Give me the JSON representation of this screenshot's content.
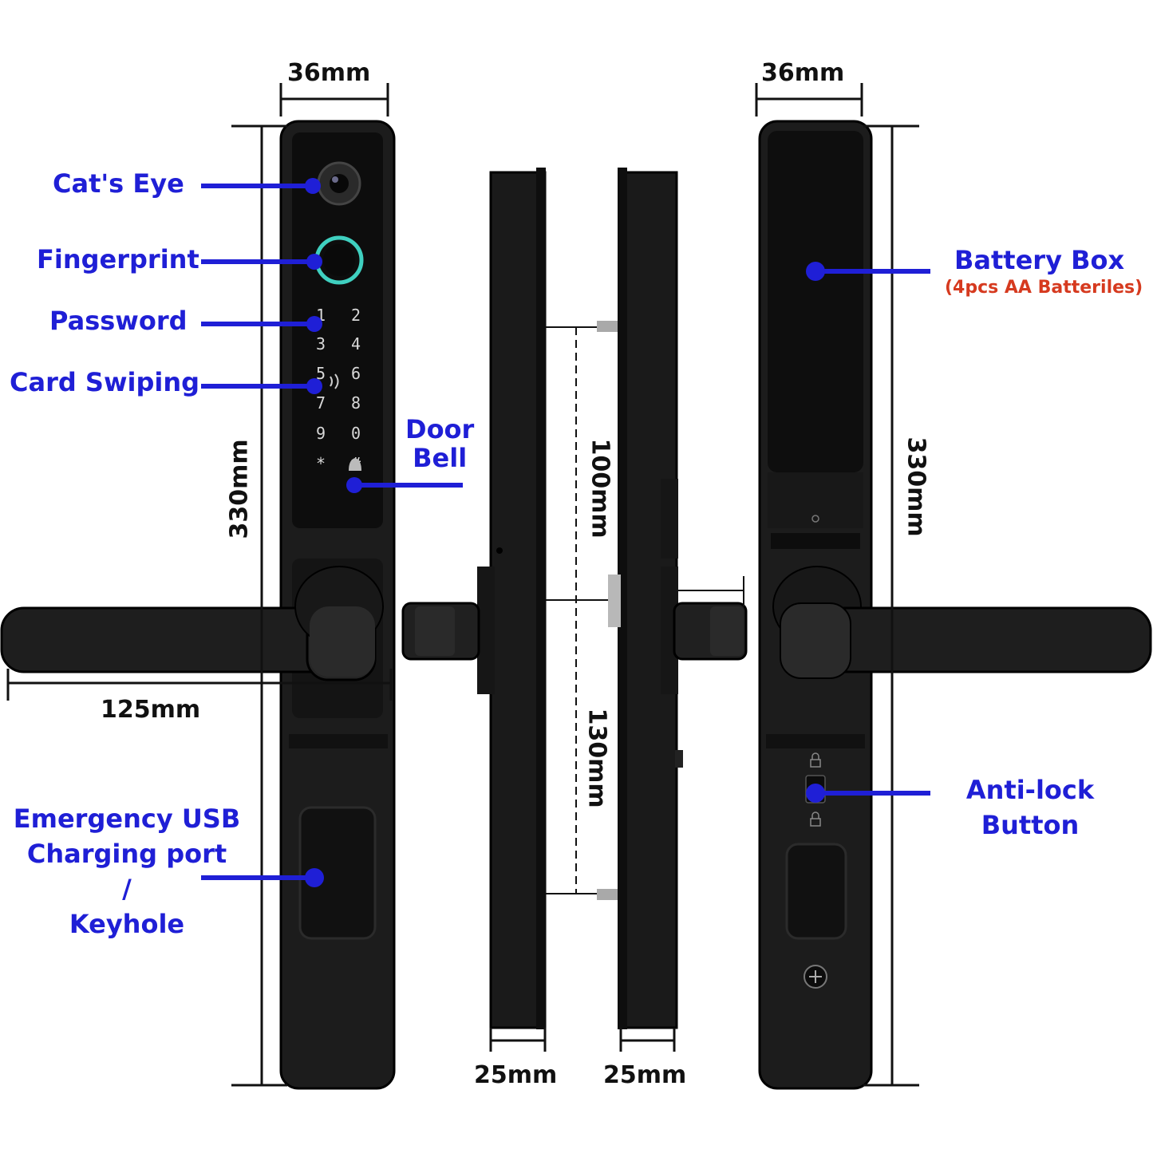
{
  "labels": {
    "cats_eye": "Cat's Eye",
    "fingerprint": "Fingerprint",
    "password": "Password",
    "card_swiping": "Card Swiping",
    "door_bell_line1": "Door",
    "door_bell_line2": "Bell",
    "emergency_line1": "Emergency USB",
    "emergency_line2": "Charging port",
    "emergency_line3": "/",
    "emergency_line4": "Keyhole",
    "battery_box": "Battery Box",
    "battery_note": "(4pcs AA Batteriles)",
    "anti_lock_line1": "Anti-lock",
    "anti_lock_line2": "Button"
  },
  "dimensions": {
    "front_width": "36mm",
    "back_width": "36mm",
    "front_height": "330mm",
    "back_height": "330mm",
    "handle_length": "125mm",
    "upper_spacing": "100mm",
    "lower_spacing": "130mm",
    "side_depth_left": "25mm",
    "side_depth_right": "25mm"
  },
  "keypad": [
    "1",
    "2",
    "3",
    "4",
    "5",
    "6",
    "7",
    "8",
    "9",
    "0",
    "*",
    "#"
  ],
  "colors": {
    "label_blue": "#1f1fd6",
    "note_red": "#d63a1f",
    "body_black": "#1a1a1a",
    "ring_teal": "#3fd0c0"
  }
}
